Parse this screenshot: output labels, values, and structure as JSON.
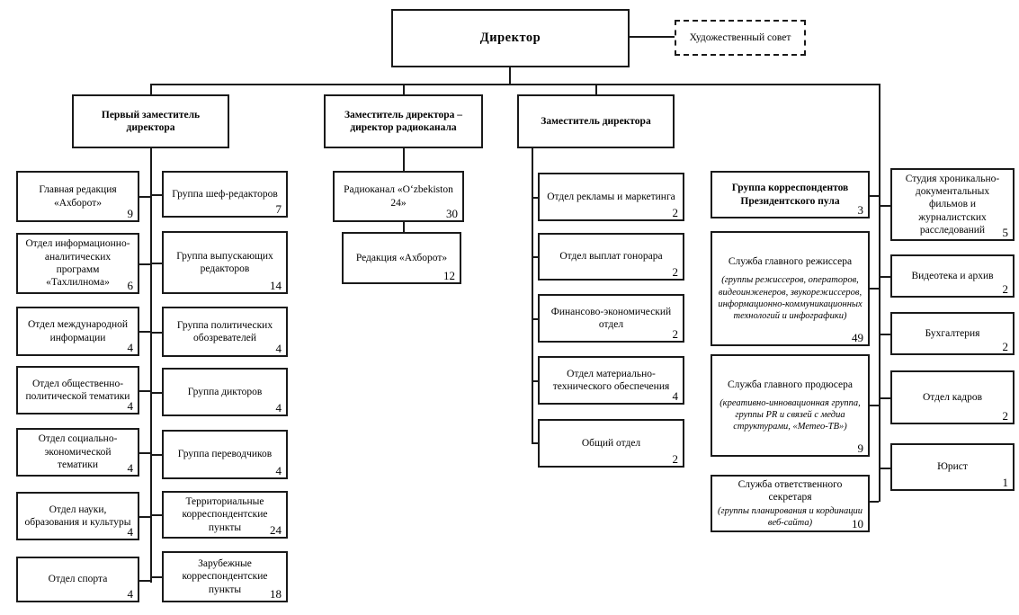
{
  "director": {
    "label": "Директор"
  },
  "advisory": {
    "label": "Художественный совет"
  },
  "deputies": [
    {
      "label": "Первый заместитель директора"
    },
    {
      "label": "Заместитель директора – директор радиоканала"
    },
    {
      "label": "Заместитель директора"
    }
  ],
  "col1": [
    {
      "label": "Главная редакция «Ахборот»",
      "count": "9"
    },
    {
      "label": "Отдел информационно-аналитических программ «Тахлилнома»",
      "count": "6"
    },
    {
      "label": "Отдел международной информации",
      "count": "4"
    },
    {
      "label": "Отдел общественно-политической тематики",
      "count": "4"
    },
    {
      "label": "Отдел социально-экономической тематики",
      "count": "4"
    },
    {
      "label": "Отдел науки, образования и культуры",
      "count": "4"
    },
    {
      "label": "Отдел спорта",
      "count": "4"
    }
  ],
  "col2": [
    {
      "label": "Группа шеф-редакторов",
      "count": "7"
    },
    {
      "label": "Группа выпускающих редакторов",
      "count": "14"
    },
    {
      "label": "Группа политических обозревателей",
      "count": "4"
    },
    {
      "label": "Группа дикторов",
      "count": "4"
    },
    {
      "label": "Группа переводчиков",
      "count": "4"
    },
    {
      "label": "Территориальные корреспондентские пункты",
      "count": "24"
    },
    {
      "label": "Зарубежные корреспондентские пункты",
      "count": "18"
    }
  ],
  "col3": [
    {
      "label": "Радиоканал «O‘zbekiston 24»",
      "count": "30"
    },
    {
      "label": "Редакция «Ахборот»",
      "count": "12"
    }
  ],
  "col4": [
    {
      "label": "Отдел рекламы и маркетинга",
      "count": "2"
    },
    {
      "label": "Отдел выплат гонорара",
      "count": "2"
    },
    {
      "label": "Финансово-экономический отдел",
      "count": "2"
    },
    {
      "label": "Отдел материально-технического обеспечения",
      "count": "4"
    },
    {
      "label": "Общий отдел",
      "count": "2"
    }
  ],
  "col5": [
    {
      "label": "Группа корреспондентов Президентского пула",
      "count": "3"
    },
    {
      "label": "Служба главного режиссера",
      "sub": "(группы режиссеров, операторов, видеоинженеров, звукорежиссеров, информационно-коммуникационных технологий и инфографики)",
      "count": "49"
    },
    {
      "label": "Служба главного продюсера",
      "sub": "(креативно-инновационная группа, группы PR и связей с медиа структурами, «Метео-ТВ»)",
      "count": "9"
    },
    {
      "label": "Служба ответственного секретаря",
      "sub": "(группы планирования и кординации веб-сайта)",
      "count": "10"
    }
  ],
  "col6": [
    {
      "label": "Студия хроникально-документальных фильмов и журналистских расследований",
      "count": "5"
    },
    {
      "label": "Видеотека и архив",
      "count": "2"
    },
    {
      "label": "Бухгалтерия",
      "count": "2"
    },
    {
      "label": "Отдел кадров",
      "count": "2"
    },
    {
      "label": "Юрист",
      "count": "1"
    }
  ],
  "colors": {
    "line": "#1a1a1a",
    "background": "#ffffff",
    "text": "#000000"
  }
}
